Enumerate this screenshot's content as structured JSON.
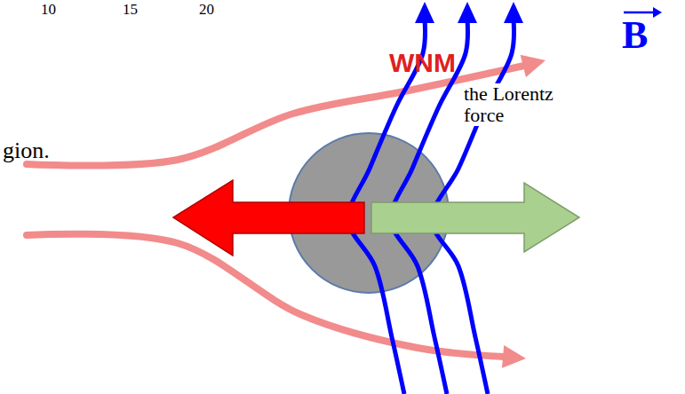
{
  "diagram": {
    "labels": [
      "10",
      "15",
      "20",
      "WNM",
      "the Lorentz force",
      "B",
      "gion."
    ]
  }
}
